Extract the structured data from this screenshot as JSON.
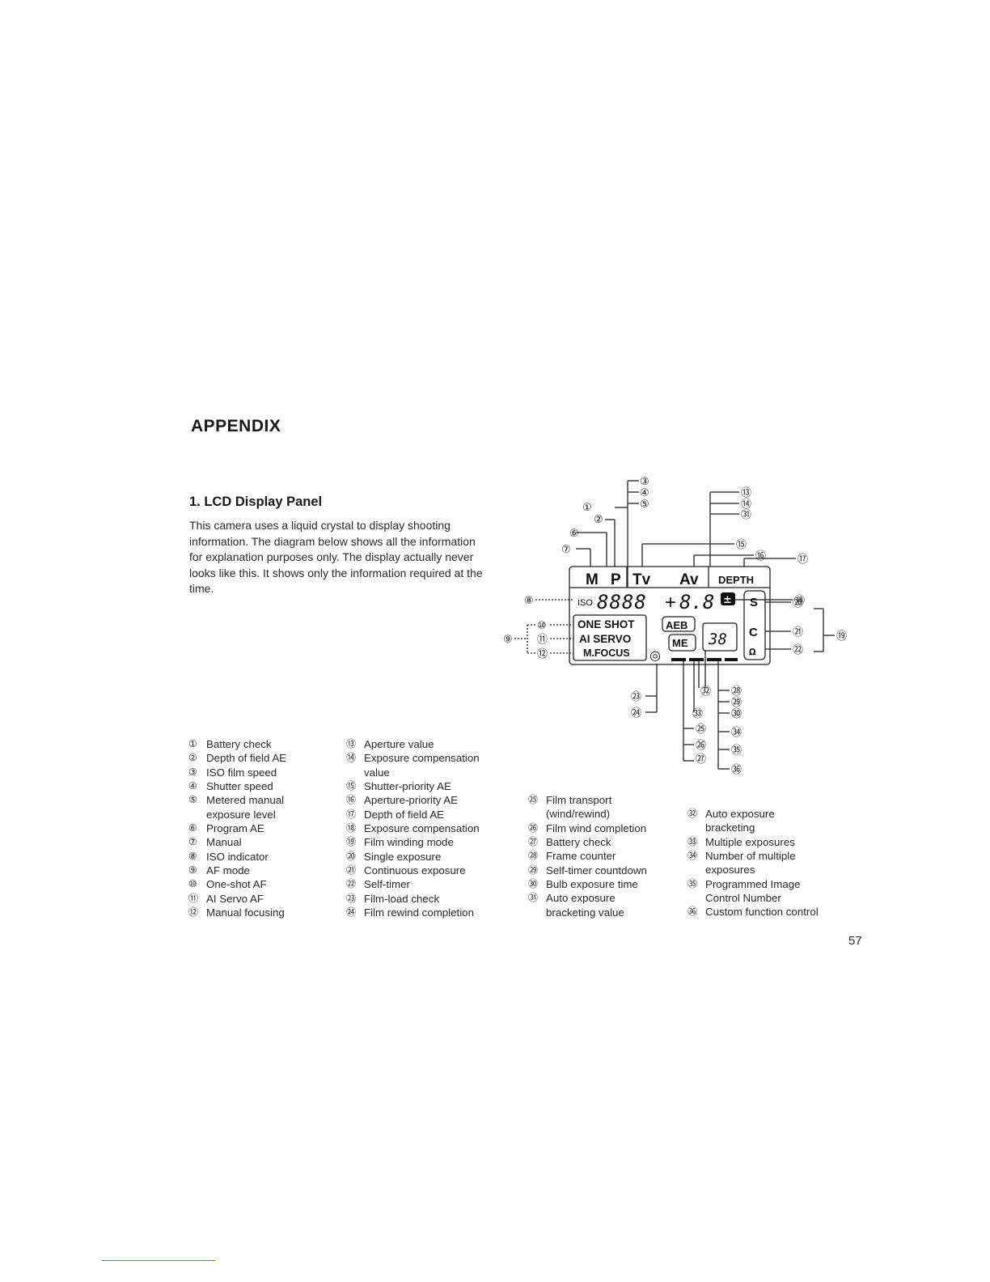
{
  "heading": "APPENDIX",
  "section": {
    "title": "1. LCD Display Panel",
    "intro": "This camera uses a liquid crystal to display shooting information. The diagram below shows all the information for explanation purposes only. The display actually never looks like this. It shows only the information required at the time."
  },
  "lcd": {
    "mode_m": "M",
    "mode_p": "P",
    "mode_tv": "Tv",
    "mode_av": "Av",
    "depth": "DEPTH",
    "iso": "ISO",
    "digits_main": "8888",
    "plus": "+",
    "digits_comp": "8.8",
    "af_one_shot": "ONE SHOT",
    "af_ai_servo": "AI SERVO",
    "af_m_focus": "M.FOCUS",
    "aeb": "AEB",
    "me": "ME",
    "counter": "38",
    "drive_s": "S",
    "drive_c": "C",
    "timer_glyph": "ꭥ",
    "comp_icon": "±",
    "film_icon": "◎"
  },
  "callouts": [
    "①",
    "②",
    "③",
    "④",
    "⑤",
    "⑥",
    "⑦",
    "⑧",
    "⑨",
    "⑩",
    "⑪",
    "⑫",
    "⑬",
    "⑭",
    "⑮",
    "⑯",
    "⑰",
    "⑱",
    "⑲",
    "⑳",
    "㉑",
    "㉒",
    "㉓",
    "㉔",
    "㉕",
    "㉖",
    "㉗",
    "㉘",
    "㉙",
    "㉚",
    "㉛",
    "㉜",
    "㉝",
    "㉞",
    "㉟",
    "㊱"
  ],
  "legend": {
    "col1": [
      {
        "num": "①",
        "text": "Battery check"
      },
      {
        "num": "②",
        "text": "Depth of field AE"
      },
      {
        "num": "③",
        "text": "ISO film speed"
      },
      {
        "num": "④",
        "text": "Shutter speed"
      },
      {
        "num": "⑤",
        "text": "Metered manual"
      },
      {
        "num": "",
        "text": "exposure level"
      },
      {
        "num": "⑥",
        "text": "Program AE"
      },
      {
        "num": "⑦",
        "text": "Manual"
      },
      {
        "num": "⑧",
        "text": "ISO indicator"
      },
      {
        "num": "⑨",
        "text": "AF mode"
      },
      {
        "num": "⑩",
        "text": "One-shot AF"
      },
      {
        "num": "⑪",
        "text": "AI Servo AF"
      },
      {
        "num": "⑫",
        "text": "Manual focusing"
      }
    ],
    "col2": [
      {
        "num": "⑬",
        "text": "Aperture value"
      },
      {
        "num": "⑭",
        "text": "Exposure compensation"
      },
      {
        "num": "",
        "text": "value"
      },
      {
        "num": "⑮",
        "text": "Shutter-priority AE"
      },
      {
        "num": "⑯",
        "text": "Aperture-priority AE"
      },
      {
        "num": "⑰",
        "text": "Depth of field AE"
      },
      {
        "num": "⑱",
        "text": "Exposure compensation"
      },
      {
        "num": "⑲",
        "text": "Film winding mode"
      },
      {
        "num": "⑳",
        "text": "Single exposure"
      },
      {
        "num": "㉑",
        "text": "Continuous exposure"
      },
      {
        "num": "㉒",
        "text": "Self-timer"
      },
      {
        "num": "㉓",
        "text": "Film-load check"
      },
      {
        "num": "㉔",
        "text": "Film rewind completion"
      }
    ],
    "col3": [
      {
        "num": "㉕",
        "text": "Film transport"
      },
      {
        "num": "",
        "text": "(wind/rewind)"
      },
      {
        "num": "㉖",
        "text": "Film wind completion"
      },
      {
        "num": "㉗",
        "text": "Battery check"
      },
      {
        "num": "㉘",
        "text": "Frame counter"
      },
      {
        "num": "㉙",
        "text": "Self-timer countdown"
      },
      {
        "num": "㉚",
        "text": "Bulb exposure time"
      },
      {
        "num": "㉛",
        "text": "Auto exposure"
      },
      {
        "num": "",
        "text": "bracketing value"
      }
    ],
    "col4": [
      {
        "num": "㉜",
        "text": "Auto exposure"
      },
      {
        "num": "",
        "text": "bracketing"
      },
      {
        "num": "㉝",
        "text": "Multiple exposures"
      },
      {
        "num": "㉞",
        "text": "Number of multiple"
      },
      {
        "num": "",
        "text": "exposures"
      },
      {
        "num": "㉟",
        "text": "Programmed Image"
      },
      {
        "num": "",
        "text": "Control Number"
      },
      {
        "num": "㊱",
        "text": "Custom function control"
      }
    ]
  },
  "page_number": "57"
}
